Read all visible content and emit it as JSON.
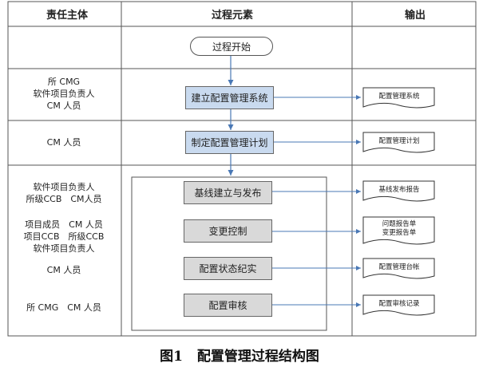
{
  "headers": {
    "responsibility": "责任主体",
    "process": "过程元素",
    "output": "输出"
  },
  "responsibility": [
    [
      "所 CMG",
      "软件项目负责人",
      "CM 人员"
    ],
    [
      "CM 人员"
    ],
    [
      "软件项目负责人",
      "所级CCB　CM人员"
    ],
    [
      "项目成员　CM 人员",
      "项目CCB　所级CCB",
      "软件项目负责人"
    ],
    [
      "CM 人员"
    ],
    [
      "所 CMG　CM 人员"
    ]
  ],
  "process": {
    "start": "过程开始",
    "steps": [
      "建立配置管理系统",
      "制定配置管理计划"
    ],
    "sub_steps": [
      "基线建立与发布",
      "变更控制",
      "配置状态纪实",
      "配置审核"
    ]
  },
  "outputs": [
    [
      "配置管理系统"
    ],
    [
      "配置管理计划"
    ],
    [
      "基线发布报告"
    ],
    [
      "问题报告单",
      "变更报告单"
    ],
    [
      "配置管理台帐"
    ],
    [
      "配置审核记录"
    ]
  ],
  "caption": {
    "figure_no": "图1",
    "title": "配置管理过程结构图"
  },
  "colors": {
    "line": "#555555",
    "arrow": "#4a78b5",
    "step_fill": "#c9daef",
    "sub_fill": "#d9d9d9"
  }
}
